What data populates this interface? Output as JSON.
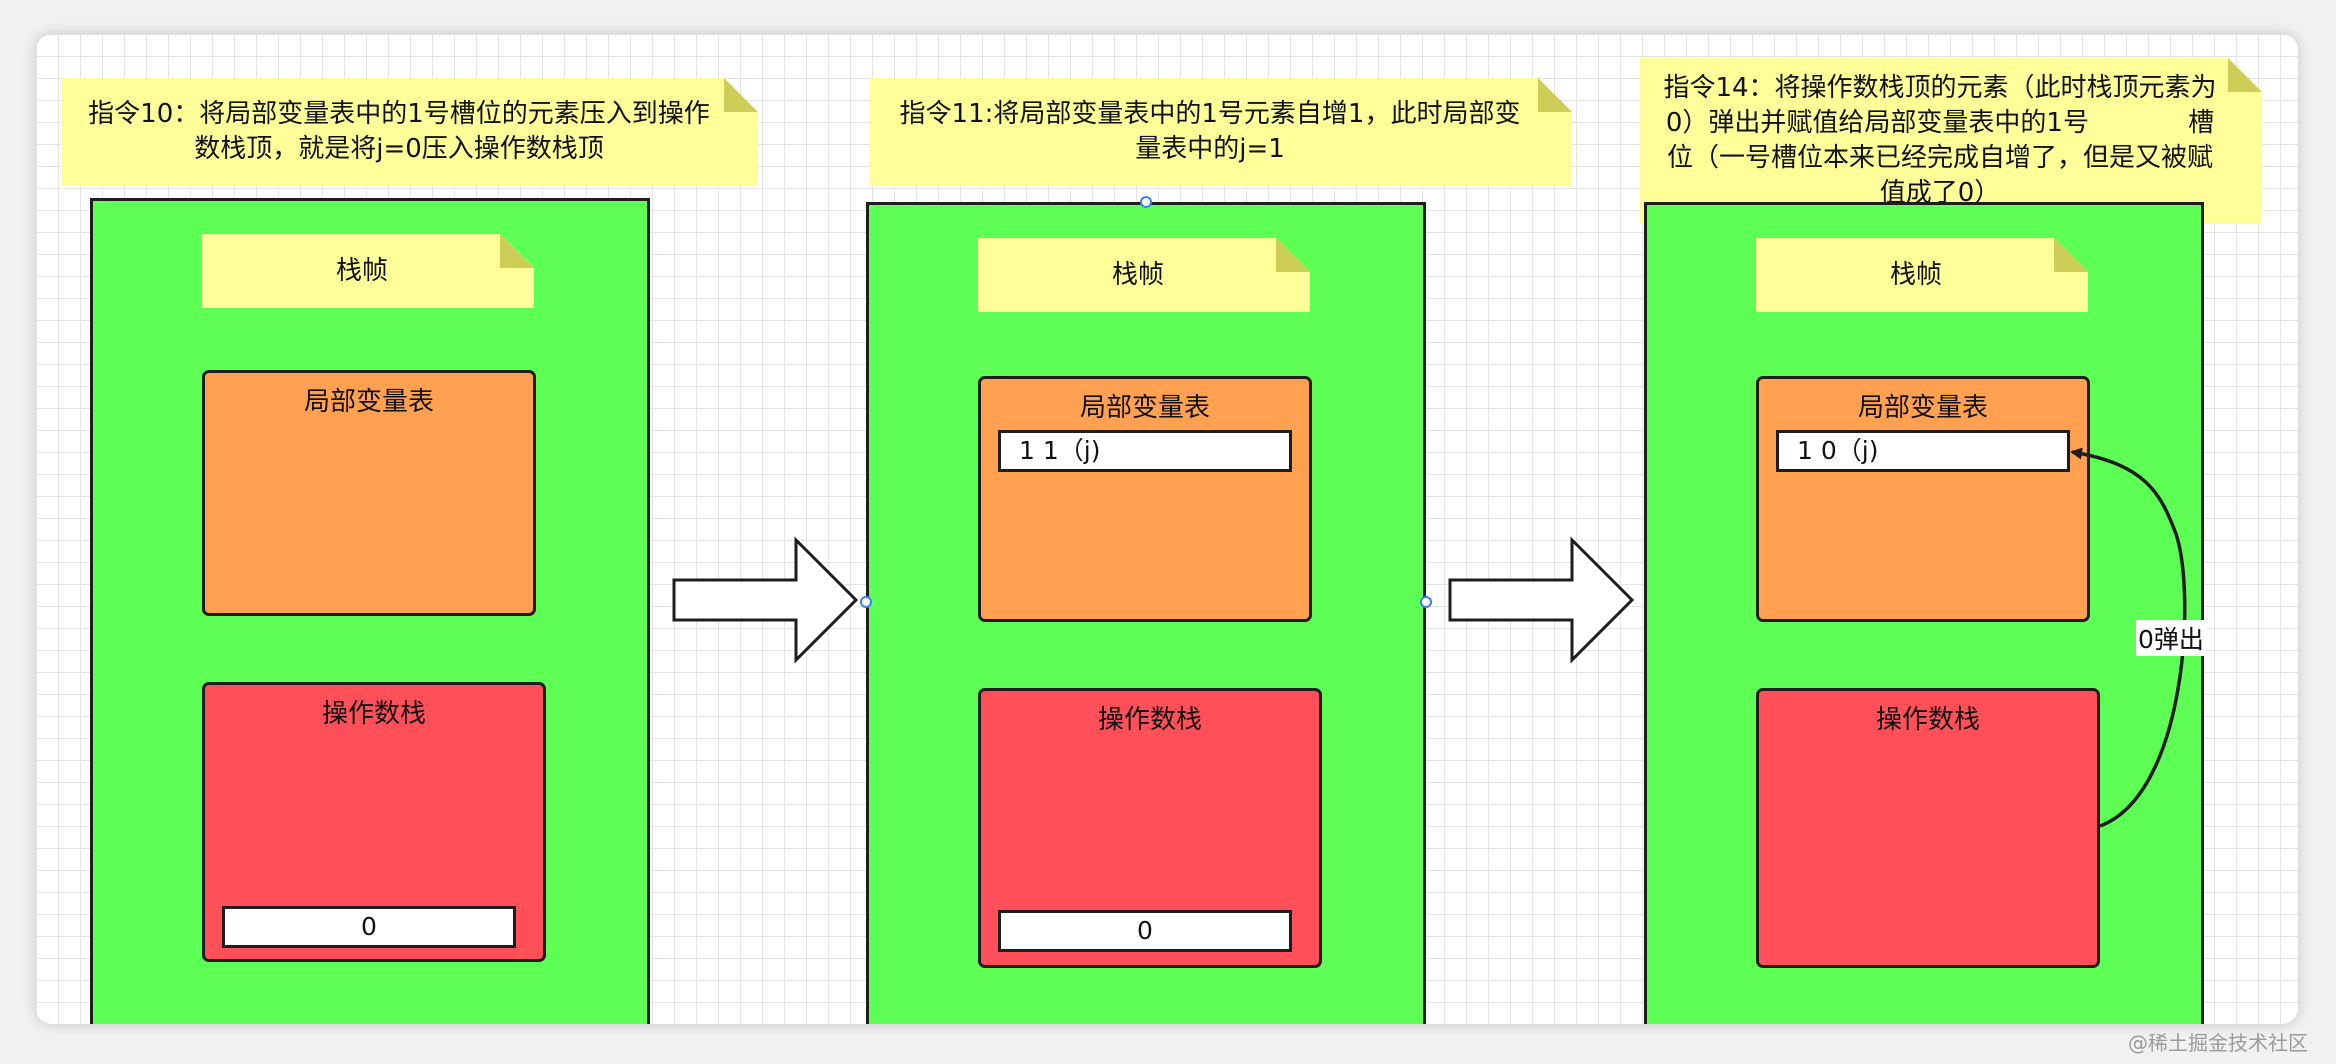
{
  "panels": [
    {
      "instruction": "指令10：将局部变量表中的1号槽位的元素压入到操作数栈顶，就是将j=0压入操作数栈顶",
      "frame_title": "栈帧",
      "locals_title": "局部变量表",
      "locals_slot": "",
      "stack_title": "操作数栈",
      "stack_slot": "0"
    },
    {
      "instruction": "指令11:将局部变量表中的1号元素自增1，此时局部变量表中的j=1",
      "frame_title": "栈帧",
      "locals_title": "局部变量表",
      "locals_slot": "1    1（j)",
      "stack_title": "操作数栈",
      "stack_slot": "0"
    },
    {
      "instruction": "指令14：将操作数栈顶的元素（此时栈顶元素为0）弹出并赋值给局部变量表中的1号            槽位（一号槽位本来已经完成自增了，但是又被赋值成了0）",
      "frame_title": "栈帧",
      "locals_title": "局部变量表",
      "locals_slot": "1    0（j)",
      "stack_title": "操作数栈",
      "stack_slot": ""
    }
  ],
  "pop_label": "0弹出",
  "watermark": "@稀土掘金技术社区",
  "colors": {
    "note": "#ffff99",
    "frame": "#5eff55",
    "locals": "#ffa150",
    "stack": "#ff4f58"
  }
}
